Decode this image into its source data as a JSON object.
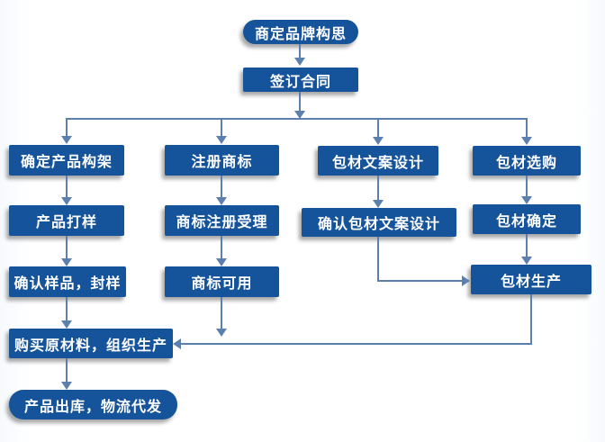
{
  "flowchart": {
    "nodes": {
      "brand_idea": "商定品牌构思",
      "sign_contract": "签订合同",
      "product_structure": "确定产品构架",
      "product_sample": "产品打样",
      "confirm_sample": "确认样品，封样",
      "purchase_materials": "购买原材料，组织生产",
      "product_outbound": "产品出库，物流代发",
      "register_trademark": "注册商标",
      "trademark_accepted": "商标注册受理",
      "trademark_usable": "商标可用",
      "packaging_copy_design": "包材文案设计",
      "confirm_packaging_copy": "确认包材文案设计",
      "packaging_selection": "包材选购",
      "packaging_confirm": "包材确定",
      "packaging_production": "包材生产"
    },
    "colors": {
      "box_fill": "#15539b",
      "arrow": "#5b80ad",
      "text": "#ffffff",
      "background": "#ffffff"
    }
  }
}
